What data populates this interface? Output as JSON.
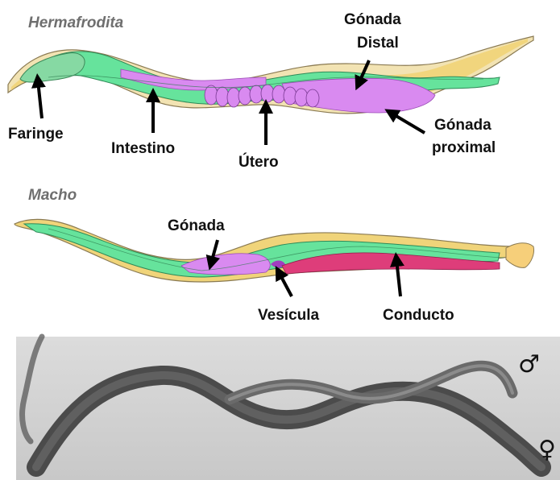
{
  "sections": {
    "hermaphrodite_title": "Hermafrodita",
    "male_title": "Macho"
  },
  "labels": {
    "faringe": "Faringe",
    "intestino": "Intestino",
    "utero": "Útero",
    "gonada_distal_line1": "Gónada",
    "gonada_distal_line2": "Distal",
    "gonada_proximal_line1": "Gónada",
    "gonada_proximal_line2": "proximal",
    "gonada_male": "Gónada",
    "vesicula": "Vesícula",
    "conducto": "Conducto"
  },
  "photo": {
    "male_symbol": "♂",
    "female_symbol": "♀"
  },
  "colors": {
    "intestine_green": "#66e39c",
    "gonad_purple": "#d98af0",
    "body_yellow": "#f0d47a",
    "male_duct_pink": "#de3d7a",
    "photo_bg": "#d7d7d7"
  }
}
